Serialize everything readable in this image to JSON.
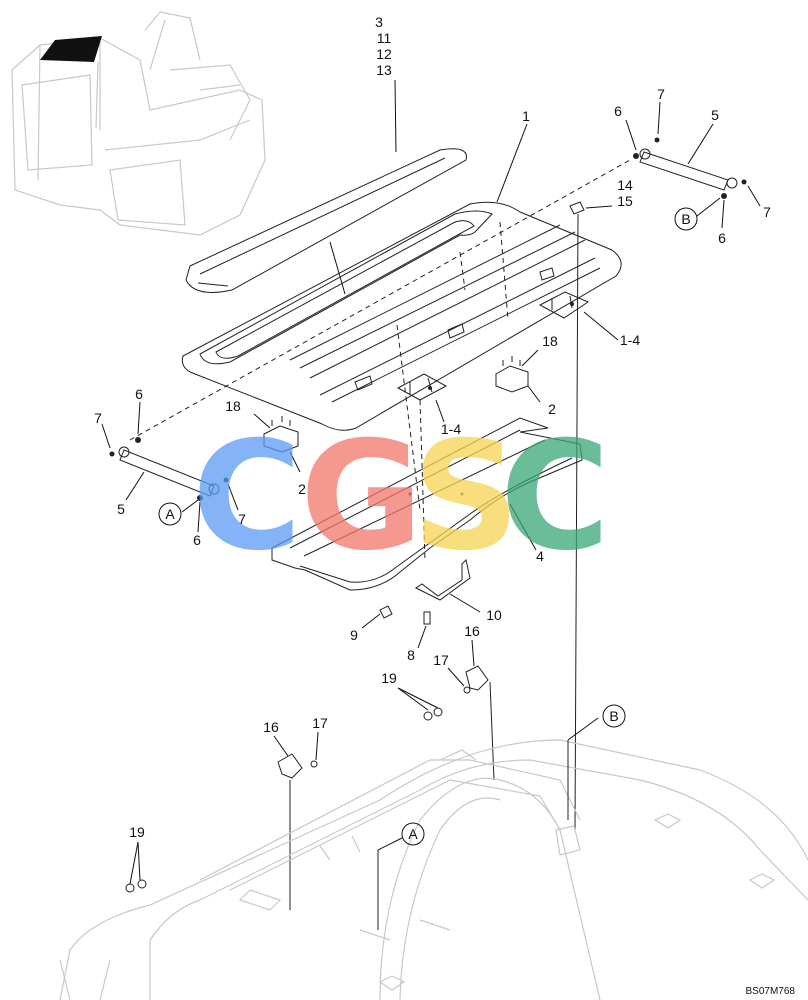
{
  "diagram": {
    "callouts": [
      {
        "id": "c-3",
        "text": "3"
      },
      {
        "id": "c-11",
        "text": "11"
      },
      {
        "id": "c-12",
        "text": "12"
      },
      {
        "id": "c-13",
        "text": "13"
      },
      {
        "id": "c-1",
        "text": "1"
      },
      {
        "id": "c-6a",
        "text": "6"
      },
      {
        "id": "c-7a",
        "text": "7"
      },
      {
        "id": "c-5a",
        "text": "5"
      },
      {
        "id": "c-7b",
        "text": "7"
      },
      {
        "id": "c-6b",
        "text": "6"
      },
      {
        "id": "c-14",
        "text": "14"
      },
      {
        "id": "c-15",
        "text": "15"
      },
      {
        "id": "c-1-4a",
        "text": "1-4"
      },
      {
        "id": "c-18a",
        "text": "18"
      },
      {
        "id": "c-2a",
        "text": "2"
      },
      {
        "id": "c-6c",
        "text": "6"
      },
      {
        "id": "c-7c",
        "text": "7"
      },
      {
        "id": "c-18b",
        "text": "18"
      },
      {
        "id": "c-1-4b",
        "text": "1-4"
      },
      {
        "id": "c-2b",
        "text": "2"
      },
      {
        "id": "c-5b",
        "text": "5"
      },
      {
        "id": "c-7d",
        "text": "7"
      },
      {
        "id": "c-6d",
        "text": "6"
      },
      {
        "id": "c-4",
        "text": "4"
      },
      {
        "id": "c-10",
        "text": "10"
      },
      {
        "id": "c-9",
        "text": "9"
      },
      {
        "id": "c-8",
        "text": "8"
      },
      {
        "id": "c-16a",
        "text": "16"
      },
      {
        "id": "c-17a",
        "text": "17"
      },
      {
        "id": "c-19a",
        "text": "19"
      },
      {
        "id": "c-16b",
        "text": "16"
      },
      {
        "id": "c-17b",
        "text": "17"
      },
      {
        "id": "c-19b",
        "text": "19"
      }
    ],
    "reference_markers": [
      {
        "id": "ref-b-top",
        "text": "B"
      },
      {
        "id": "ref-a-left",
        "text": "A"
      },
      {
        "id": "ref-b-bottom",
        "text": "B"
      },
      {
        "id": "ref-a-bottom",
        "text": "A"
      }
    ],
    "drawing_code": "BS07M768",
    "watermark": {
      "letters": [
        "C",
        "G",
        "S",
        "C"
      ],
      "colors": [
        "#5b9bf5",
        "#f2766c",
        "#f7d452",
        "#3aa877"
      ]
    }
  }
}
